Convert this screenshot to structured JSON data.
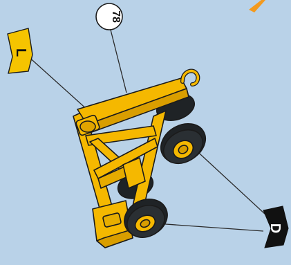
{
  "callouts": {
    "step_number": "78",
    "tag_l": "L",
    "tag_d": "D"
  },
  "colors": {
    "background": "#b9d2e8",
    "part_yellow": "#f5b800",
    "part_outline": "#1b1b1b",
    "tire": "#1f2326",
    "tag_l_fill": "#f5c400",
    "tag_d_fill": "#111111",
    "orange_corner": "#f39a1e"
  }
}
